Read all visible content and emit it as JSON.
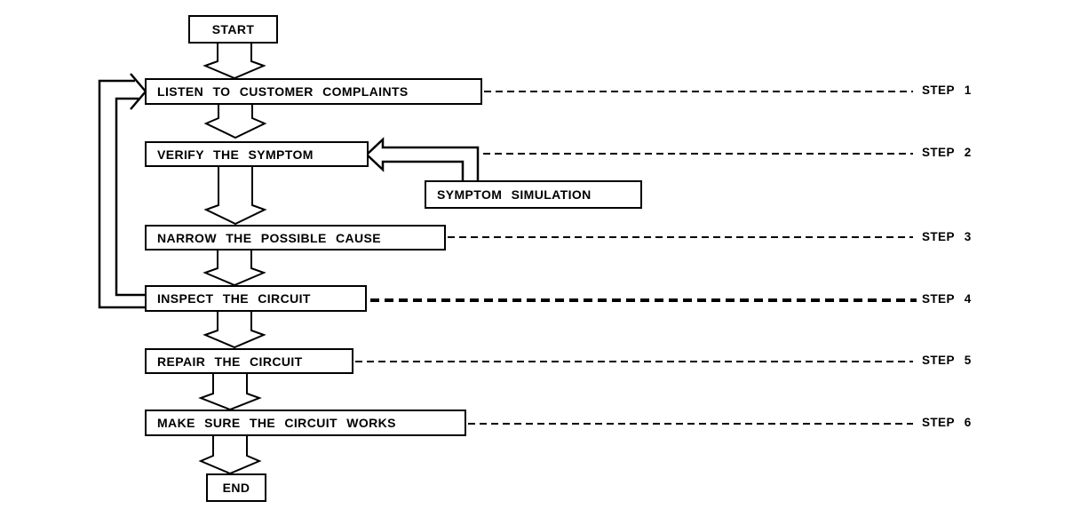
{
  "diagram": {
    "type": "flowchart",
    "colors": {
      "line": "#000000",
      "background": "#ffffff",
      "box_fill": "#ffffff"
    },
    "nodes": {
      "start": {
        "label": "START",
        "shape": "terminal"
      },
      "listen": {
        "label": "LISTEN TO CUSTOMER COMPLAINTS",
        "step": "STEP 1"
      },
      "verify": {
        "label": "VERIFY THE SYMPTOM",
        "step": "STEP 2"
      },
      "symptom_simulation": {
        "label": "SYMPTOM SIMULATION"
      },
      "narrow": {
        "label": "NARROW THE POSSIBLE CAUSE",
        "step": "STEP 3"
      },
      "inspect": {
        "label": "INSPECT THE CIRCUIT",
        "step": "STEP 4"
      },
      "repair": {
        "label": "REPAIR THE CIRCUIT",
        "step": "STEP 5"
      },
      "make_sure": {
        "label": "MAKE SURE THE CIRCUIT WORKS",
        "step": "STEP 6"
      },
      "end": {
        "label": "END",
        "shape": "terminal"
      }
    },
    "step_labels": [
      "STEP 1",
      "STEP 2",
      "STEP 3",
      "STEP 4",
      "STEP 5",
      "STEP 6"
    ],
    "edges": [
      "start -> listen",
      "listen -> verify",
      "symptom_simulation -> verify",
      "verify -> narrow",
      "narrow -> inspect",
      "inspect -> repair",
      "inspect -> listen (feedback loop, two lines)",
      "repair -> make_sure",
      "make_sure -> end"
    ]
  }
}
